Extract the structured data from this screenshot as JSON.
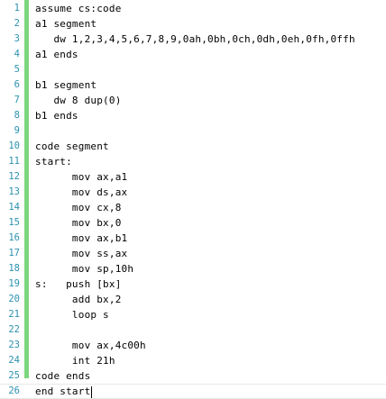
{
  "editor": {
    "lines": [
      {
        "num": "1",
        "text": "assume cs:code"
      },
      {
        "num": "2",
        "text": "a1 segment"
      },
      {
        "num": "3",
        "text": "   dw 1,2,3,4,5,6,7,8,9,0ah,0bh,0ch,0dh,0eh,0fh,0ffh"
      },
      {
        "num": "4",
        "text": "a1 ends"
      },
      {
        "num": "5",
        "text": ""
      },
      {
        "num": "6",
        "text": "b1 segment"
      },
      {
        "num": "7",
        "text": "   dw 8 dup(0)"
      },
      {
        "num": "8",
        "text": "b1 ends"
      },
      {
        "num": "9",
        "text": ""
      },
      {
        "num": "10",
        "text": "code segment"
      },
      {
        "num": "11",
        "text": "start:"
      },
      {
        "num": "12",
        "text": "      mov ax,a1"
      },
      {
        "num": "13",
        "text": "      mov ds,ax"
      },
      {
        "num": "14",
        "text": "      mov cx,8"
      },
      {
        "num": "15",
        "text": "      mov bx,0"
      },
      {
        "num": "16",
        "text": "      mov ax,b1"
      },
      {
        "num": "17",
        "text": "      mov ss,ax"
      },
      {
        "num": "18",
        "text": "      mov sp,10h"
      },
      {
        "num": "19",
        "text": "s:   push [bx]"
      },
      {
        "num": "20",
        "text": "      add bx,2"
      },
      {
        "num": "21",
        "text": "      loop s"
      },
      {
        "num": "22",
        "text": ""
      },
      {
        "num": "23",
        "text": "      mov ax,4c00h"
      },
      {
        "num": "24",
        "text": "      int 21h"
      },
      {
        "num": "25",
        "text": "code ends"
      },
      {
        "num": "26",
        "text": "end start"
      }
    ],
    "current_line": 26,
    "gutter_color": "#7dd67d",
    "line_number_color": "#2b91af"
  }
}
